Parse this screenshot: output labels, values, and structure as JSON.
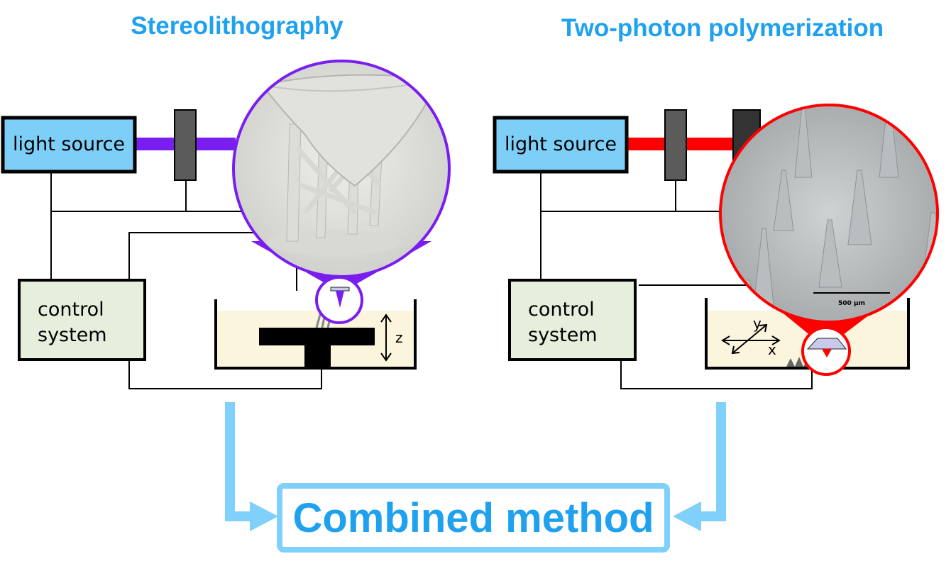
{
  "titles": {
    "left": "Stereolithography",
    "right": "Two-photon polymerization"
  },
  "left": {
    "light_source": "light source",
    "control_line1": "control",
    "control_line2": "system",
    "axis_z": "z"
  },
  "right": {
    "light_source": "light source",
    "control_line1": "control",
    "control_line2": "system",
    "axis_x": "x",
    "axis_y": "y",
    "scale_label": "500 µm"
  },
  "combined": {
    "label": "Combined method"
  },
  "colors": {
    "title_blue": "#1fa1ef",
    "light_box": "#7ecff7",
    "control_box": "#e6eedc",
    "resin": "#fbf5dd",
    "sla_beam": "#7a1df0",
    "tpp_beam": "#ff0000",
    "arrow": "#7fd0fa",
    "filter": "#5b5b5b"
  }
}
